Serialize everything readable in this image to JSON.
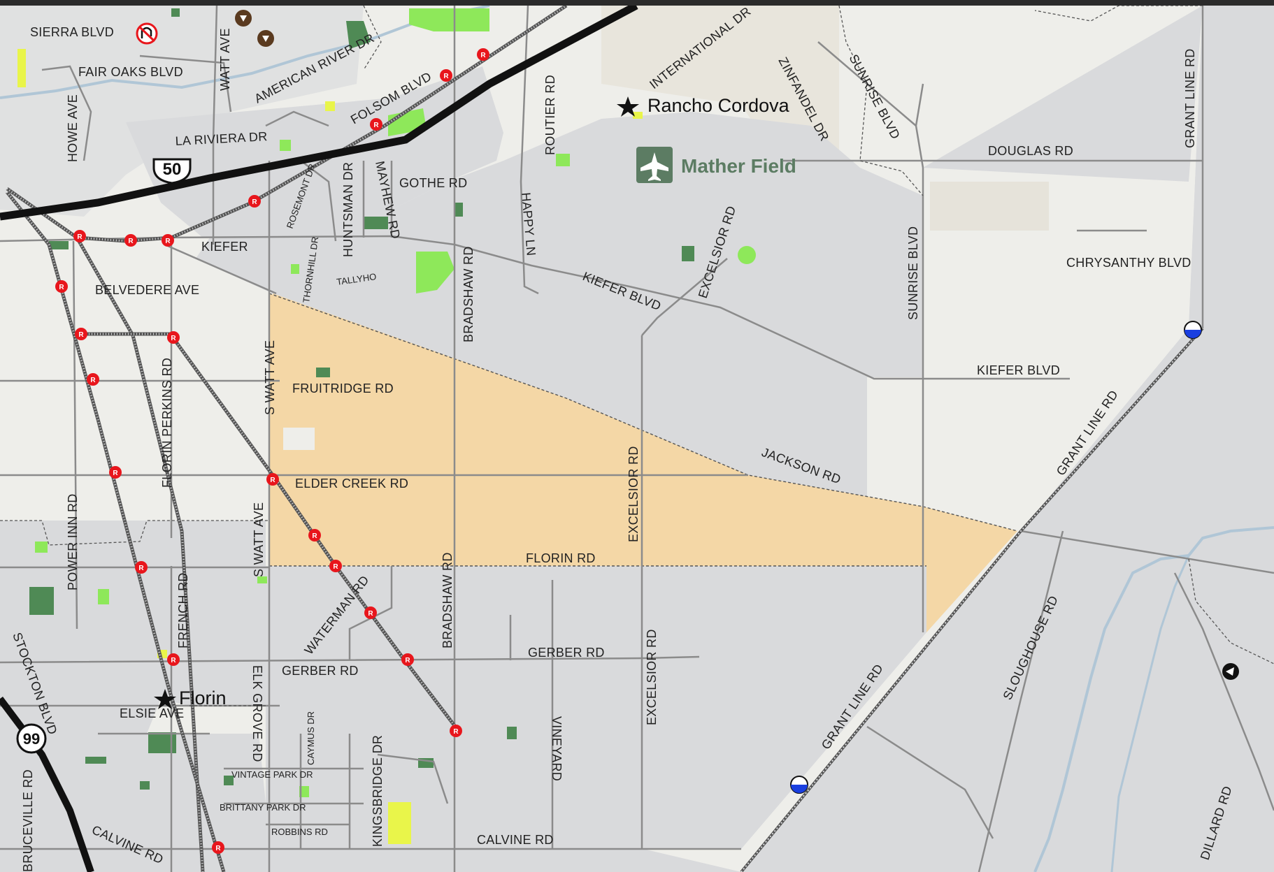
{
  "map": {
    "colors": {
      "background": "#eeeeea",
      "urban_gray": "#d9dadc",
      "highlight_area": "#f4d7a6",
      "light_beige": "#e8e5dc",
      "road": "#8b8b8b",
      "highway": "#111111",
      "park_dark": "#4f8a55",
      "park_light": "#8ee85a",
      "park_yellow": "#e9f54a",
      "river": "#b0c6d6",
      "rr_marker": "#e8161c"
    },
    "highway_shields": [
      {
        "name": "us-50-shield",
        "number": "50"
      },
      {
        "name": "ca-99-shield",
        "number": "99"
      }
    ],
    "places": {
      "rancho_cordova": "Rancho Cordova",
      "florin": "Florin",
      "mather_field": "Mather Field"
    },
    "roads": {
      "sierra_blvd": "SIERRA BLVD",
      "fair_oaks_blvd": "FAIR OAKS BLVD",
      "watt_ave": "WATT AVE",
      "american_river_dr": "AMERICAN RIVER DR",
      "howe_ave": "HOWE AVE",
      "la_riviera_dr": "LA RIVIERA DR",
      "folsom_blvd": "FOLSOM BLVD",
      "international_dr": "INTERNATIONAL DR",
      "routier_rd": "ROUTIER RD",
      "zinfandel_dr": "ZINFANDEL DR",
      "sunrise_blvd_north": "SUNRISE BLVD",
      "grant_line_rd_north": "GRANT LINE RD",
      "douglas_rd": "DOUGLAS RD",
      "gothe_rd": "GOTHE RD",
      "rosemont_dr": "ROSEMONT DR",
      "huntsman_dr": "HUNTSMAN DR",
      "mayhew_rd": "MAYHEW RD",
      "happy_ln": "HAPPY LN",
      "kiefer": "KIEFER",
      "thornhill_dr": "THORNHILL DR",
      "tallyho": "TALLYHO",
      "bradshaw_rd_north": "BRADSHAW RD",
      "kiefer_blvd_west": "KIEFER BLVD",
      "excelsior_rd_north": "EXCELSIOR RD",
      "sunrise_blvd": "SUNRISE BLVD",
      "chrysanthy_blvd": "CHRYSANTHY BLVD",
      "belvedere_ave": "BELVEDERE AVE",
      "kiefer_blvd_east": "KIEFER BLVD",
      "fruitridge_rd": "FRUITRIDGE RD",
      "s_watt_ave_north": "S WATT AVE",
      "florin_perkins_rd": "FLORIN PERKINS RD",
      "jackson_rd": "JACKSON RD",
      "grant_line_rd_mid": "GRANT LINE RD",
      "elder_creek_rd": "ELDER CREEK RD",
      "excelsior_rd_mid": "EXCELSIOR RD",
      "power_inn_rd": "POWER INN RD",
      "s_watt_ave_south": "S WATT AVE",
      "florin_rd": "FLORIN RD",
      "bradshaw_rd_south": "BRADSHAW RD",
      "french_rd": "FRENCH RD",
      "waterman_rd": "WATERMAN RD",
      "sloughouse_rd": "SLOUGHOUSE RD",
      "stockton_blvd": "STOCKTON BLVD",
      "gerber_rd_east": "GERBER RD",
      "gerber_rd_west": "GERBER RD",
      "excelsior_rd_south": "EXCELSIOR RD",
      "elk_grove_rd": "ELK GROVE RD",
      "elsie_ave": "ELSIE AVE",
      "cabernet": "CAYMUS DR",
      "vineyard": "VINEYARD",
      "grant_line_rd_south": "GRANT LINE RD",
      "kingsbridge_dr": "KINGSBRIDGE DR",
      "vintage_park_dr": "VINTAGE PARK DR",
      "brittany_park_dr": "BRITTANY PARK DR",
      "robbins_rd": "ROBBINS RD",
      "bruceville_rd": "BRUCEVILLE RD",
      "calvine_rd_west": "CALVINE RD",
      "calvine_rd_east": "CALVINE RD",
      "dillard_rd": "DILLARD RD"
    },
    "rail_marker_text": "R",
    "icons": [
      "star-icon",
      "airport-icon",
      "rail-crossing-icon",
      "water-marker-icon",
      "no-u-turn-icon",
      "direction-marker-icon"
    ]
  }
}
